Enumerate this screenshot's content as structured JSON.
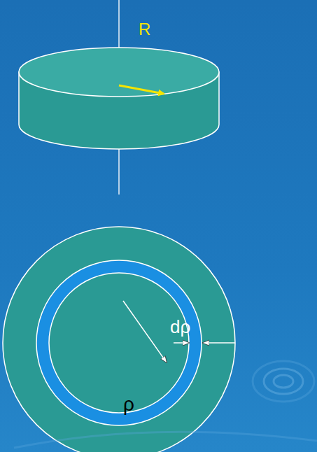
{
  "diagram": {
    "labels": [
      "R",
      "dρ",
      "ρ"
    ]
  }
}
